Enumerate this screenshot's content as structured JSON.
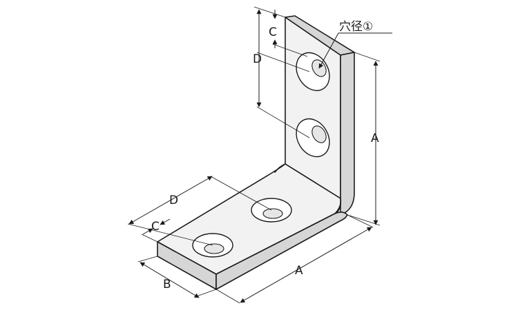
{
  "diagram": {
    "labels": {
      "A_vertical": "A",
      "A_horizontal": "A",
      "B": "B",
      "C_top": "C",
      "C_bottom": "C",
      "D_top": "D",
      "D_bottom": "D",
      "hole_diameter": "穴径①"
    }
  }
}
